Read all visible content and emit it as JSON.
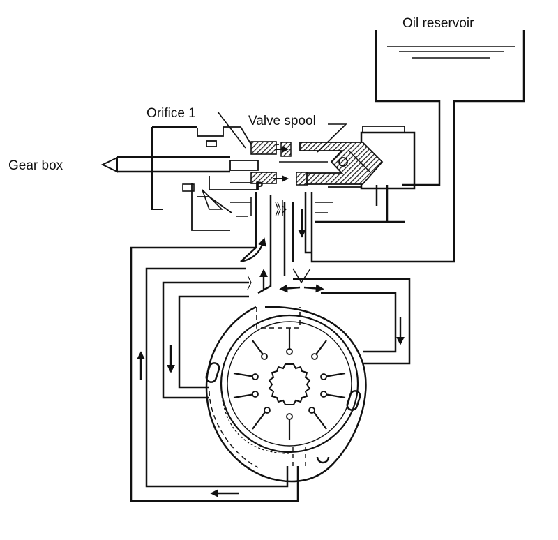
{
  "labels": {
    "oil_reservoir": "Oil reservoir",
    "valve_spool": "Valve spool",
    "orifice_1": "Orifice 1",
    "gear_box": "Gear box",
    "p": "P"
  },
  "colors": {
    "ink": "#111111",
    "hatch": "#222222",
    "background": "#ffffff"
  }
}
